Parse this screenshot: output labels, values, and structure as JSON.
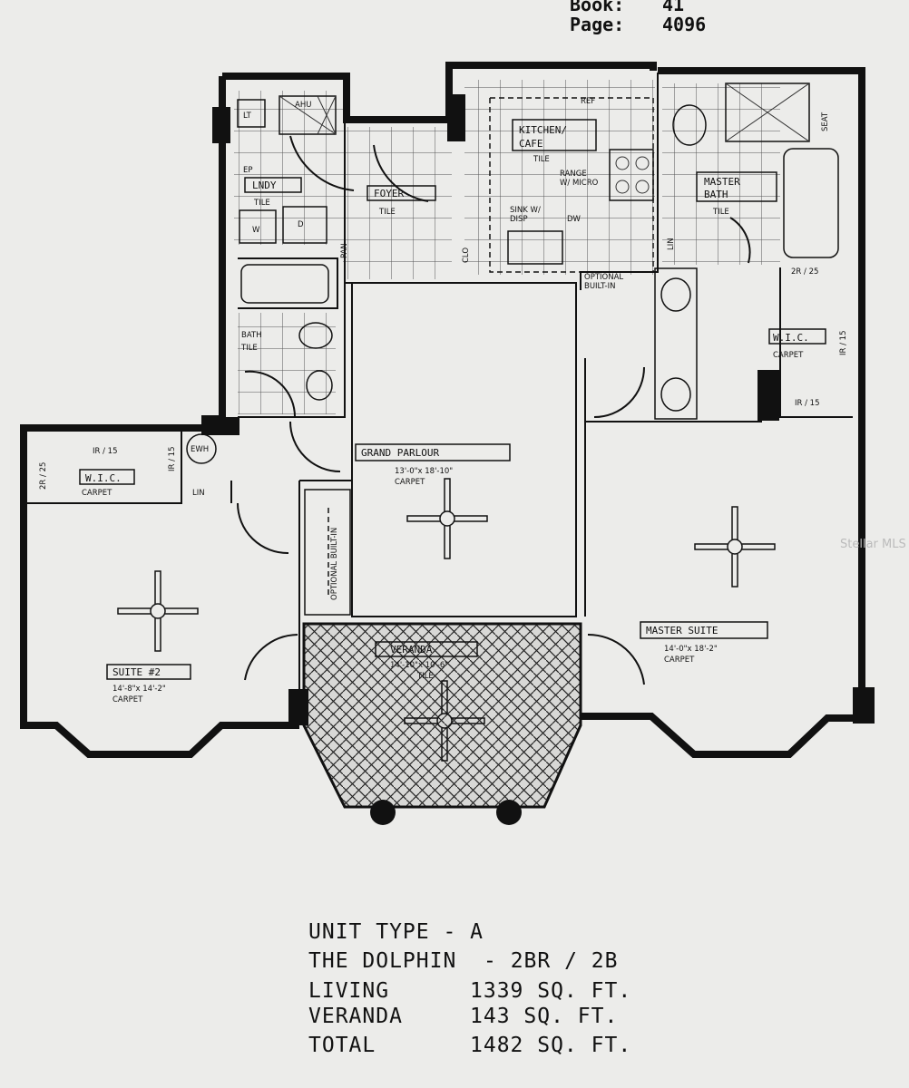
{
  "header": {
    "book_label": "Book:",
    "book_value": "41",
    "page_label": "Page:",
    "page_value": "4096"
  },
  "rooms": {
    "lt": "LT",
    "ahu": "AHU",
    "laundry": "LNDY",
    "laundry_floor": "TILE",
    "ep": "EP",
    "washer": "W",
    "dryer": "D",
    "pantry": "PAN",
    "foyer": "FOYER",
    "foyer_floor": "TILE",
    "closet": "CLO",
    "kitchen": "KITCHEN/",
    "kitchen2": "CAFE",
    "kitchen_floor": "TILE",
    "ref": "REF",
    "range": "RANGE",
    "range2": "W/ MICRO",
    "sink": "SINK W/",
    "sink2": "DISP",
    "dw": "DW",
    "optional_builtin_top": "OPTIONAL",
    "optional_builtin_top2": "BUILT-IN",
    "master_bath": "MASTER",
    "master_bath2": "BATH",
    "master_bath_floor": "TILE",
    "seat": "SEAT",
    "lin_master": "LIN",
    "wic_master_shelf1": "2R / 25",
    "wic_master": "W.I.C.",
    "wic_master_floor": "CARPET",
    "wic_master_shelf2": "IR / 15",
    "wic_master_shelf3": "IR / 15",
    "bath": "BATH",
    "bath_floor": "TILE",
    "ewh": "EWH",
    "lin_hall": "LIN",
    "wic_suite2_shelf1": "IR / 15",
    "wic_suite2_shelf2": "2R / 25",
    "wic_suite2_shelf3": "IR / 15",
    "wic_suite2": "W.I.C.",
    "wic_suite2_floor": "CARPET",
    "grand_parlour": "GRAND PARLOUR",
    "grand_parlour_dims": "13'-0\"x 18'-10\"",
    "grand_parlour_floor": "CARPET",
    "optional_builtin_side": "OPTIONAL BUILT-IN",
    "suite2": "SUITE #2",
    "suite2_dims": "14'-8\"x 14'-2\"",
    "suite2_floor": "CARPET",
    "master_suite": "MASTER SUITE",
    "master_suite_dims": "14'-0\"x 18'-2\"",
    "master_suite_floor": "CARPET",
    "veranda": "VERANDA",
    "veranda_dims": "14'-10\"x 10'-6\"",
    "veranda_floor": "TILE"
  },
  "summary": {
    "unit_type": "UNIT TYPE - A",
    "model": "THE DOLPHIN  - 2BR / 2B",
    "living_label": "LIVING",
    "living_value": "1339 SQ. FT.",
    "veranda_label": "VERANDA",
    "veranda_value": "143 SQ. FT.",
    "total_label": "TOTAL",
    "total_value": "1482 SQ. FT."
  },
  "watermark": "Stellar MLS"
}
